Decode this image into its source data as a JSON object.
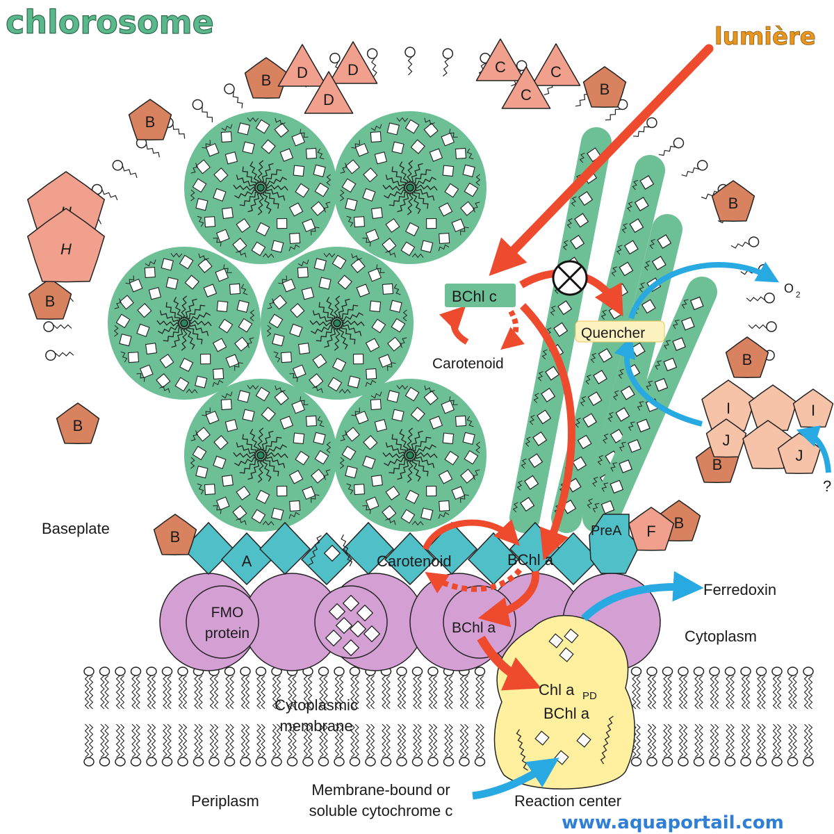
{
  "title": "chlorosome",
  "watermark": "www.aquaportail.com",
  "labels": {
    "light": "lumière",
    "baseplate": "Baseplate",
    "bchl_c": "BChl c",
    "carotenoid_top": "Carotenoid",
    "quencher": "Quencher",
    "o2_main": "O",
    "o2_sub": "2",
    "question": "?",
    "carotenoid_baseplate": "Carotenoid",
    "bchl_a_baseplate": "BChl a",
    "prea": "PreA",
    "fmo_line1": "FMO",
    "fmo_line2": "protein",
    "bchl_a_fmo": "BChl a",
    "ferredoxin": "Ferredoxin",
    "cytoplasm": "Cytoplasm",
    "chl_apd_main": "Chl a",
    "chl_apd_sub": "PD",
    "bchl_a_rc": "BChl a",
    "membrane_line1": "Cytoplasmic",
    "membrane_line2": "membrane",
    "periplasm": "Periplasm",
    "cyt_line1": "Membrane-bound or",
    "cyt_line2": "soluble cytochrome c",
    "reaction_center": "Reaction center"
  },
  "proteins": {
    "A": "A",
    "B": "B",
    "C": "C",
    "D": "D",
    "F": "F",
    "H": "H",
    "I": "I",
    "J": "J"
  },
  "colors": {
    "title": "#5bb88c",
    "light_label": "#e8961e",
    "rod_green": "#6dbf95",
    "protein_salmon": "#f0a08c",
    "protein_b": "#d9825f",
    "baseplate_teal": "#4fc0c8",
    "fmo_purple": "#d4a0d4",
    "reaction_center_yellow": "#fff0a0",
    "quencher_bg": "#fdf3c0",
    "arrow_red": "#ee4a2e",
    "arrow_blue": "#29a9e1",
    "watermark": "#2f7fd6"
  }
}
